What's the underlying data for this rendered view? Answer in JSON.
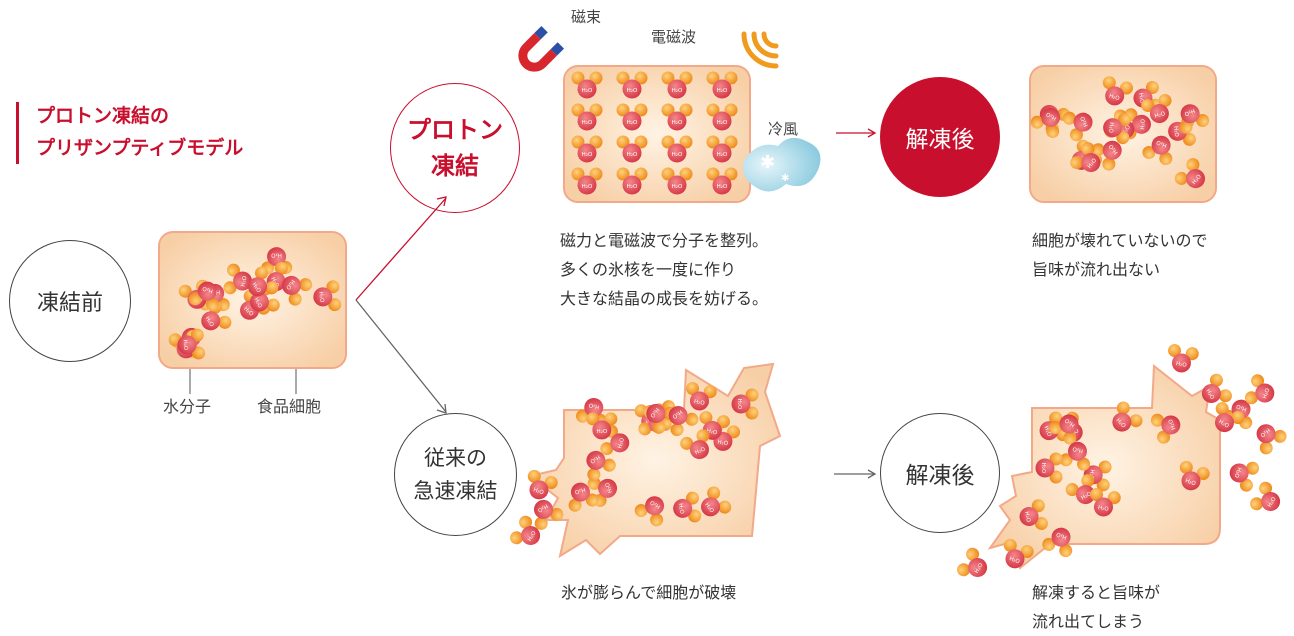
{
  "title": {
    "line1": "プロトン凍結の",
    "line2": "プリザンプティブモデル"
  },
  "circles": {
    "before": "凍結前",
    "proton": "プロトン\n凍結",
    "thaw_proton": "解凍後",
    "conventional": "従来の\n急速凍結",
    "thaw_conventional": "解凍後"
  },
  "labels": {
    "magnetic_flux": "磁束",
    "electromagnetic_wave": "電磁波",
    "cold_air": "冷風",
    "water_molecule": "水分子",
    "food_cell": "食品細胞",
    "molecule": "H₂O"
  },
  "captions": {
    "proton_freeze": "磁力と電磁波で分子を整列。\n多くの氷核を一度に作り\n大きな結晶の成長を妨げる。",
    "proton_thaw": "細胞が壊れていないので\n旨味が流れ出ない",
    "conventional_freeze": "氷が膨らんで細胞が破壊",
    "conventional_thaw": "解凍すると旨味が\n流れ出てしまう"
  },
  "colors": {
    "accent_red": "#c8102e",
    "cell_fill": "#f8d8b8",
    "cell_border": "#f0a080",
    "molecule_red": "#e0505a",
    "molecule_orange": "#f2a02a",
    "wind": "#9dd3e2"
  },
  "icons": {
    "magnet": "magnet-icon",
    "wave": "radio-wave-icon",
    "cold_air": "snow-wind-icon"
  }
}
